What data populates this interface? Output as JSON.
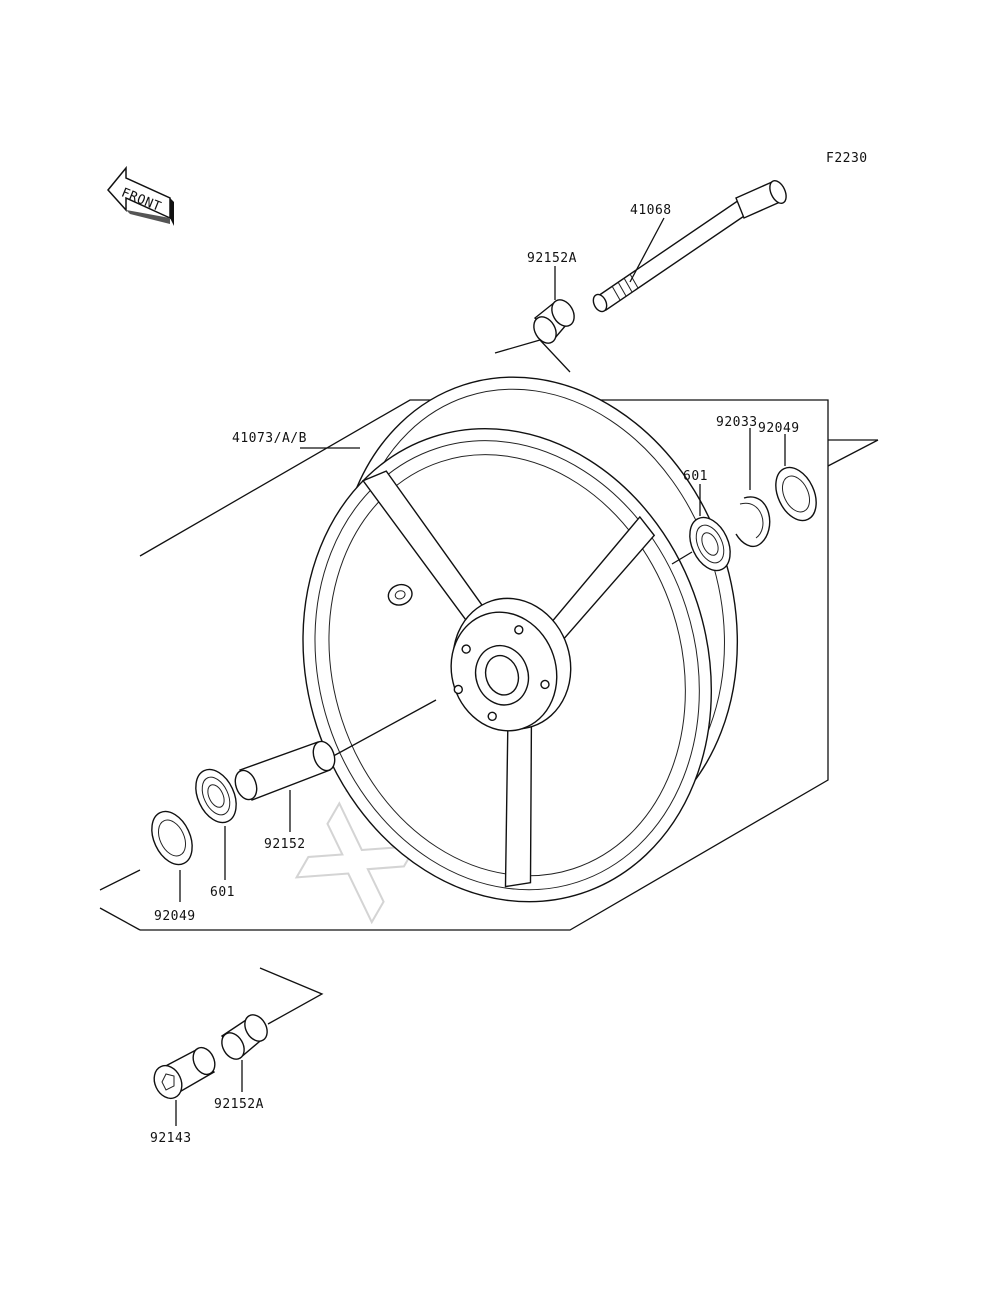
{
  "figure_code": "F2230",
  "front_marker": "FRONT",
  "watermark": "XPARTS",
  "labels": {
    "axle": "41068",
    "collar_top": "92152A",
    "wheel": "41073/A/B",
    "seal_right": "92049",
    "circlip": "92033",
    "bearing_right": "601",
    "spacer": "92152",
    "seal_left": "92049",
    "bearing_left": "601",
    "collar_bottom": "92152A",
    "nut": "92143"
  }
}
